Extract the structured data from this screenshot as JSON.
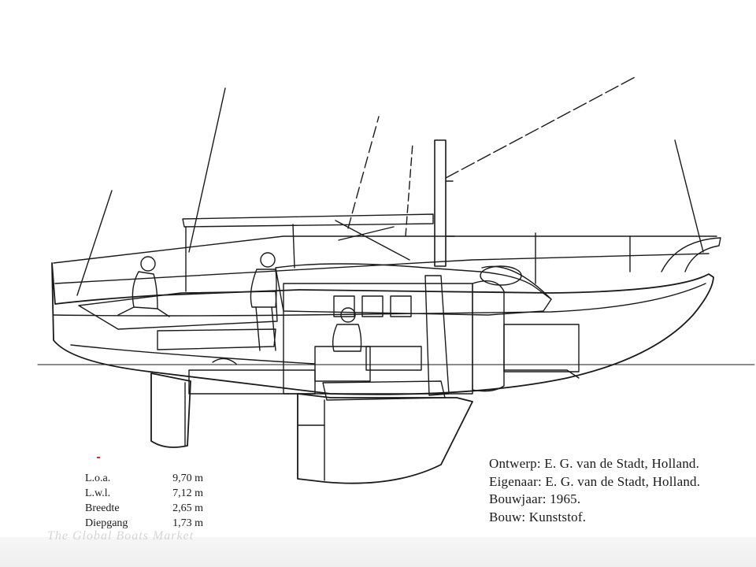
{
  "specifications": [
    {
      "label": "L.o.a.",
      "value": "9,70 m"
    },
    {
      "label": "L.w.l.",
      "value": "7,12 m"
    },
    {
      "label": "Breedte",
      "value": "2,65 m"
    },
    {
      "label": "Diepgang",
      "value": "1,73 m"
    }
  ],
  "credits": {
    "design": "Ontwerp: E. G. van de Stadt, Holland.",
    "owner": "Eigenaar: E. G. van de Stadt, Holland.",
    "year": "Bouwjaar: 1965.",
    "build": "Bouw: Kunststof."
  },
  "watermark": "The Global Boats Market",
  "colors": {
    "ink": "#1a1a1a",
    "paper": "#ffffff",
    "accent": "#d8282a"
  }
}
